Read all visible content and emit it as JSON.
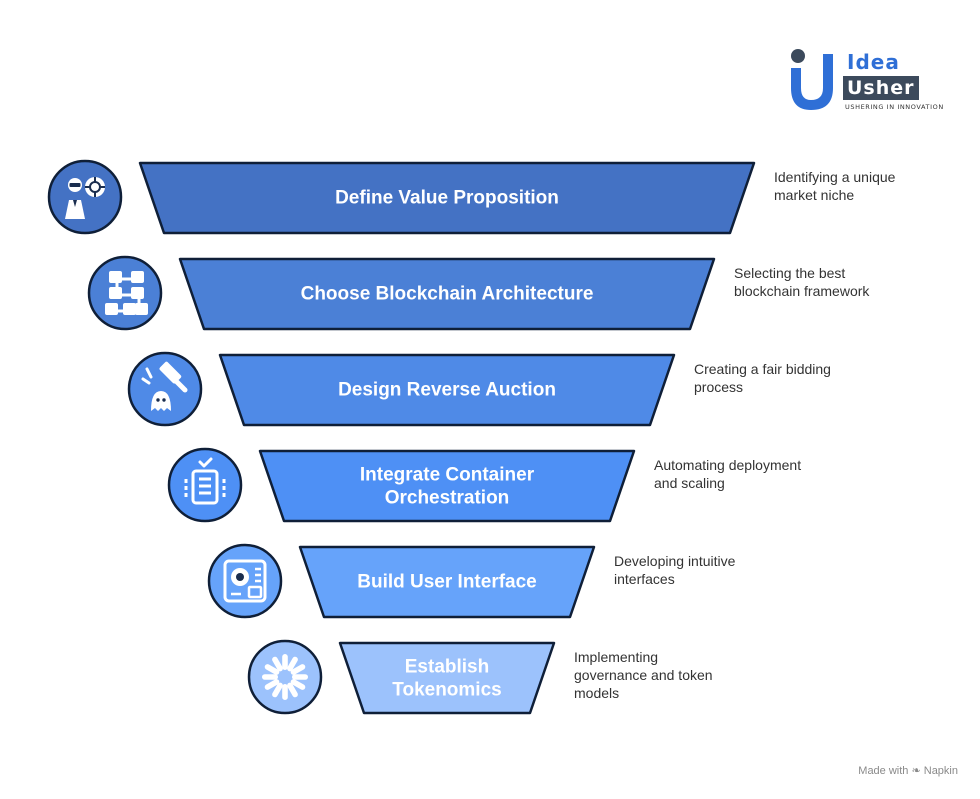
{
  "logo": {
    "word1": "Idea",
    "word2": "Usher",
    "tagline": "USHERING IN INNOVATION",
    "colors": {
      "primary": "#2f6fd6",
      "dark": "#3c4a5c"
    }
  },
  "steps": [
    {
      "label": "Define Value Proposition",
      "description": "Identifying a unique market niche",
      "icon": "person-target-icon",
      "color": "#4472c4"
    },
    {
      "label": "Choose Blockchain Architecture",
      "description": "Selecting the best blockchain framework",
      "icon": "blocks-network-icon",
      "color": "#4b80d6"
    },
    {
      "label": "Design Reverse Auction",
      "description": "Creating a fair bidding process",
      "icon": "gavel-icon",
      "color": "#4f8ae7"
    },
    {
      "label": "Integrate Container Orchestration",
      "description": "Automating deployment and scaling",
      "icon": "container-icon",
      "color": "#4e90f5"
    },
    {
      "label": "Build User Interface",
      "description": "Developing intuitive interfaces",
      "icon": "user-interface-icon",
      "color": "#66a3fa"
    },
    {
      "label": "Establish Tokenomics",
      "description": "Implementing governance and token models",
      "icon": "sunburst-icon",
      "color": "#9cc2fc"
    }
  ],
  "watermark": "Made with ❧ Napkin"
}
